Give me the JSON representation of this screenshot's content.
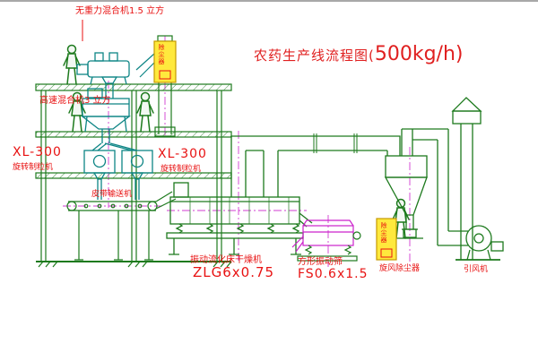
{
  "title": {
    "prefix": "农药生产线流程图(",
    "capacity": "500kg/h)"
  },
  "labels": {
    "top_mixer": "无重力混合机1.5 立方",
    "mid_mixer": "高速混合机3 立方",
    "granulator_left_model": "XL-300",
    "granulator_left_name": "旋转制粒机",
    "granulator_mid_model": "XL-300",
    "granulator_mid_name": "旋转制粒机",
    "belt_conveyor": "皮带输送机",
    "dryer_name": "振动流化床干燥机",
    "dryer_model": "ZLG6x0.75",
    "screen_name": "方形振动筛",
    "screen_model": "FS0.6x1.5",
    "cyclone": "旋风除尘器",
    "fan": "引风机",
    "elevator_cabinet_text": "除尘器",
    "right_cabinet_text": "除尘器"
  },
  "colors": {
    "drawing_green": "#1d7a1d",
    "equipment_teal": "#0d8585",
    "centerline_magenta": "#d23cd2",
    "label_red": "#e81212",
    "cabinet_yellow": "#ffe93d"
  }
}
